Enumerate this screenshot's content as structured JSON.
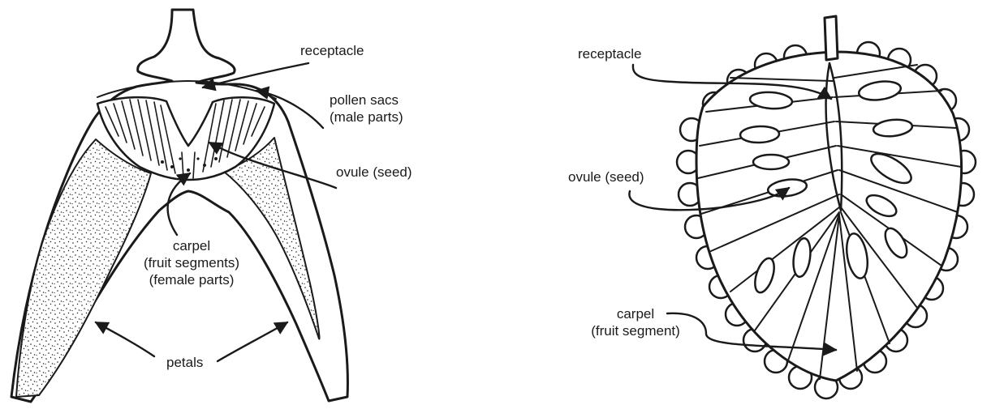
{
  "figure_left": {
    "labels": {
      "receptacle": "receptacle",
      "pollen_sacs_line1": "pollen sacs",
      "pollen_sacs_line2": "(male parts)",
      "ovule": "ovule (seed)",
      "carpel_line1": "carpel",
      "carpel_line2": "(fruit segments)",
      "carpel_line3": "(female parts)",
      "petals": "petals"
    }
  },
  "figure_right": {
    "labels": {
      "receptacle": "receptacle",
      "ovule": "ovule (seed)",
      "carpel_line1": "carpel",
      "carpel_line2": "(fruit segment)"
    }
  },
  "colors": {
    "ink": "#1a1a1a",
    "background": "#ffffff"
  }
}
